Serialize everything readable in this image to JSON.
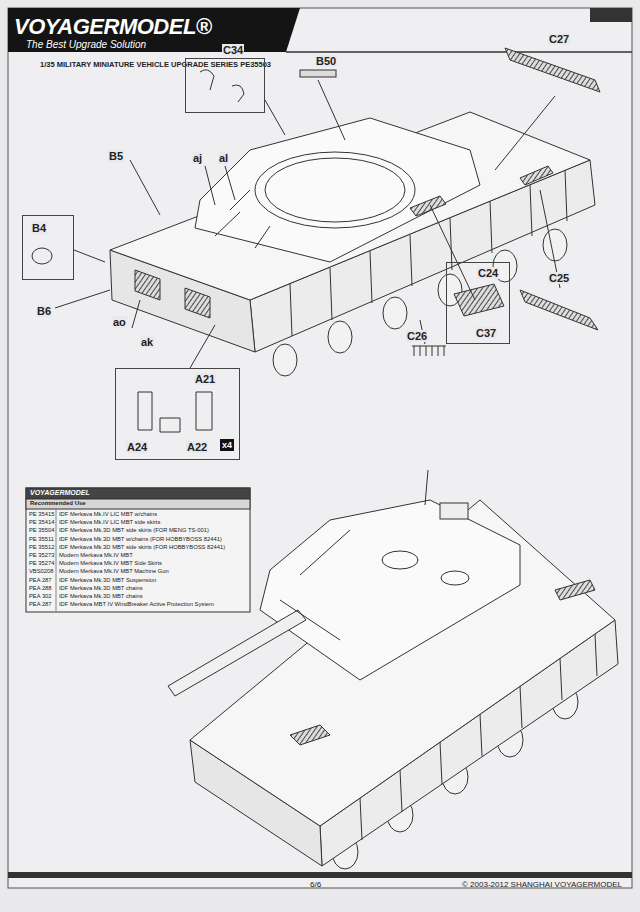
{
  "diagram": {
    "title": "1/35 MILITARY MINIATURE VEHICLE UPGRADE SERIES PE35503",
    "nodes": [
      {
        "text": [
          "C34"
        ]
      },
      {
        "text": [
          "B4"
        ]
      },
      {
        "text": [
          "A21",
          "A24",
          "A22",
          "x4"
        ]
      },
      {
        "text": [
          "C24",
          "C37"
        ]
      }
    ],
    "labels": [
      "VOYAGERMODEL®",
      "The Best Upgrade Solution",
      "B50",
      "C27",
      "B5",
      "aj",
      "al",
      "B6",
      "ao",
      "ak",
      "C25",
      "C26",
      "VOYAGERMODEL",
      "Recommended Use",
      "PE 35415",
      "IDF Merkava Mk.IV LIC MBT w/chains",
      "PE 35414",
      "IDF Merkava Mk.IV LIC MBT side skirts",
      "PE 35504",
      "IDF Merkava Mk.3D MBT side skirts (FOR MENG TS-001)",
      "PE 35511",
      "IDF Merkava Mk.3D MBT w/chains (FOR HOBBYBOSS 82441)",
      "PE 35512",
      "IDF Merkava Mk.3D MBT side skirts (FOR HOBBYBOSS 82441)",
      "PE 35273",
      "Modern Merkava Mk.IV MBT",
      "PE 35274",
      "Modern Merkava Mk.IV MBT Side Skirts",
      "VBS0208",
      "Modern Merkava Mk.IV MBT Machine Gun",
      "PEA 287",
      "IDF Merkava Mk.3D MBT Suspension",
      "PEA 288",
      "IDF Merkava Mk.3D MBT chains",
      "PEA 302",
      "IDF Merkava Mk.3D MBT chains",
      "PEA 287",
      "IDF Merkava MBT IV WindBreaker Active Protection System",
      "6/6",
      "© 2003-2012 SHANGHAI VOYAGERMODEL"
    ]
  }
}
